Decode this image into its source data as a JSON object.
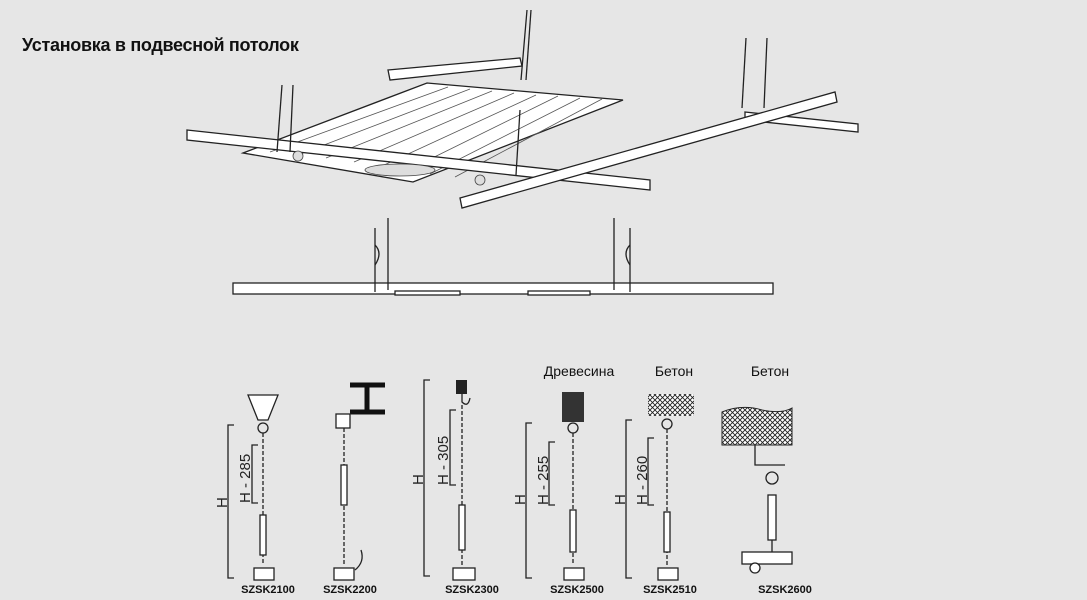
{
  "title": "Установка в подвесной потолок",
  "materials": [
    "Древесина",
    "Бетон",
    "Бетон"
  ],
  "hangers": [
    {
      "model": "SZSK2100",
      "dim_total": "H",
      "dim_chain": "H - 285"
    },
    {
      "model": "SZSK2200"
    },
    {
      "model": "SZSK2300",
      "dim_total": "H",
      "dim_chain": "H - 305"
    },
    {
      "model": "SZSK2500",
      "dim_total": "H",
      "dim_chain": "H - 255"
    },
    {
      "model": "SZSK2510",
      "dim_total": "H",
      "dim_chain": "H - 260"
    },
    {
      "model": "SZSK2600"
    }
  ]
}
